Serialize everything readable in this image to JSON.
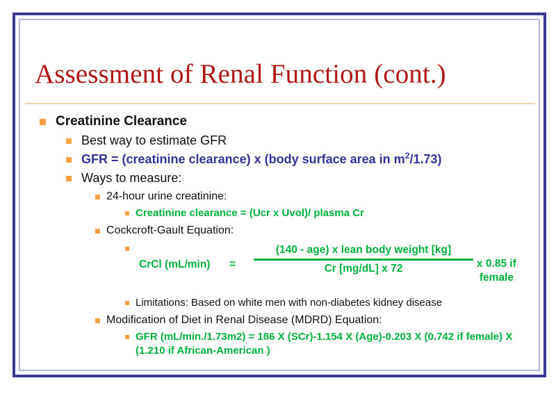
{
  "slide": {
    "title": "Assessment of Renal Function (cont.)",
    "title_color": "#b11616",
    "frame_color": "#3b3b96",
    "frame_inner_color": "#b6b6da",
    "rule_color": "#f0d4ad",
    "bullet_color": "#f7a141",
    "accent_green": "#00b140",
    "accent_navy": "#333399"
  },
  "content": {
    "heading": "Creatinine Clearance",
    "best_way": "Best way to estimate GFR",
    "gfr_formula_pre": "GFR = (creatinine clearance) x (body surface area in m",
    "gfr_formula_sup": "2",
    "gfr_formula_post": "/1.73)",
    "ways_to_measure": "Ways to measure:",
    "urine_creatinine_label": "24-hour urine creatinine:",
    "urine_creatinine_formula": "Creatinine clearance = (Ucr x Uvol)/ plasma Cr",
    "cockcroft_label": "Cockcroft-Gault Equation:",
    "cockcroft": {
      "lhs": "CrCl (mL/min)",
      "equals": "=",
      "numerator": "(140 - age)  x  lean body weight [kg]",
      "denominator": "Cr [mg/dL]  x  72",
      "multiplier_line1": "x 0.85 if",
      "multiplier_line2": "female"
    },
    "limitations": "Limitations:  Based on white men with non-diabetes kidney disease",
    "mdrd_label": "Modification of Diet in Renal Disease (MDRD) Equation:",
    "mdrd_formula": "GFR (mL/min./1.73m2) = 186 X (SCr)-1.154 X (Age)-0.203 X (0.742 if female) X (1.210 if African-American )"
  }
}
